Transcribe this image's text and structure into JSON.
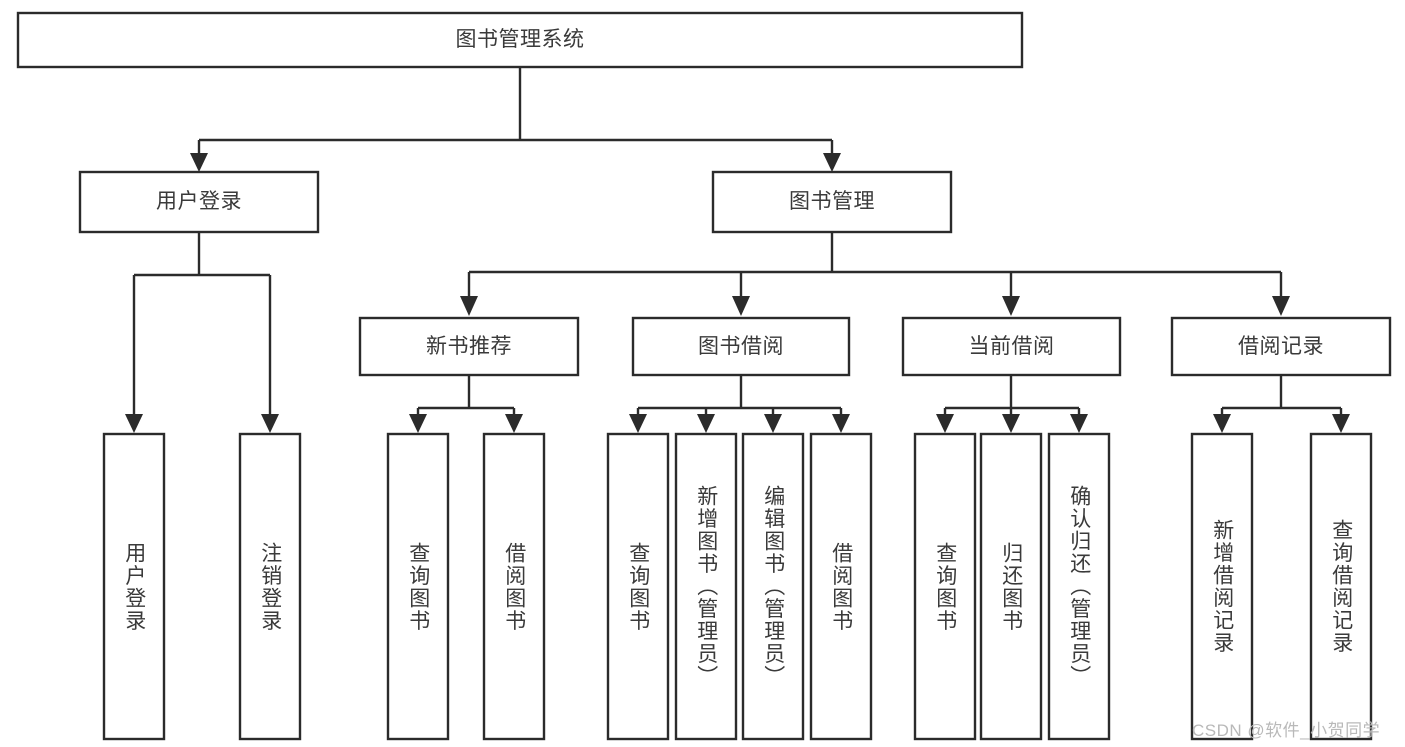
{
  "diagram": {
    "type": "tree-hierarchy-chart",
    "title": "图书管理系统",
    "colors": {
      "background": "#ffffff",
      "box_fill": "#ffffff",
      "box_stroke": "#2b2b2b",
      "text": "#3a3a3a",
      "watermark": "#b9b9b9"
    },
    "levels": {
      "root": {
        "label": "图书管理系统"
      },
      "level2": [
        {
          "label": "用户登录"
        },
        {
          "label": "图书管理"
        }
      ],
      "level3": [
        {
          "label": "新书推荐"
        },
        {
          "label": "图书借阅"
        },
        {
          "label": "当前借阅"
        },
        {
          "label": "借阅记录"
        }
      ],
      "leaves": {
        "用户登录": [
          {
            "label": "用户登录"
          },
          {
            "label": "注销登录"
          }
        ],
        "新书推荐": [
          {
            "label": "查询图书"
          },
          {
            "label": "借阅图书"
          }
        ],
        "图书借阅": [
          {
            "label": "查询图书"
          },
          {
            "label": "新增图书（管理员）"
          },
          {
            "label": "编辑图书（管理员）"
          },
          {
            "label": "借阅图书"
          }
        ],
        "当前借阅": [
          {
            "label": "查询图书"
          },
          {
            "label": "归还图书"
          },
          {
            "label": "确认归还（管理员）"
          }
        ],
        "借阅记录": [
          {
            "label": "新增借阅记录"
          },
          {
            "label": "查询借阅记录"
          }
        ]
      }
    }
  },
  "watermark": {
    "text": "CSDN @软件_小贺同学"
  }
}
